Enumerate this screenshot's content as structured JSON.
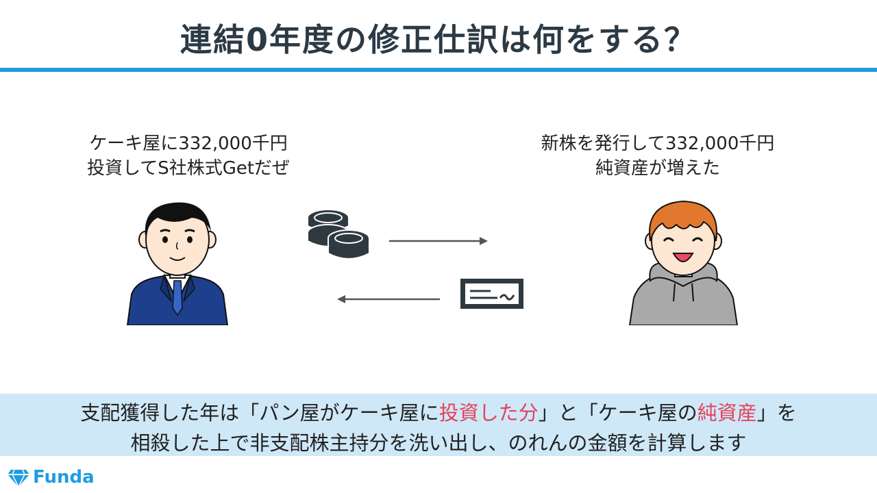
{
  "title": "連結0年度の修正仕訳は何をする？",
  "left_speech": {
    "line1": "ケーキ屋に332,000千円",
    "line2": "投資してS社株式Getだぜ"
  },
  "right_speech": {
    "line1": "新株を発行して332,000千円",
    "line2": "純資産が増えた"
  },
  "summary": {
    "line1_a": "支配獲得した年は「パン屋がケーキ屋に",
    "line1_hl1": "投資した分",
    "line1_b": "」と「ケーキ屋の",
    "line1_hl2": "純資産",
    "line1_c": "」を",
    "line2": "相殺した上で非支配株主持分を洗い出し、のれんの金額を計算します"
  },
  "brand": {
    "name": "Funda"
  },
  "colors": {
    "accent": "#1f9ce0",
    "band": "#cfe8f8",
    "highlight": "#e4415a",
    "suit": "#1e3f8c",
    "hoodie": "#a9a9a9",
    "orange_hair": "#e2782e"
  }
}
